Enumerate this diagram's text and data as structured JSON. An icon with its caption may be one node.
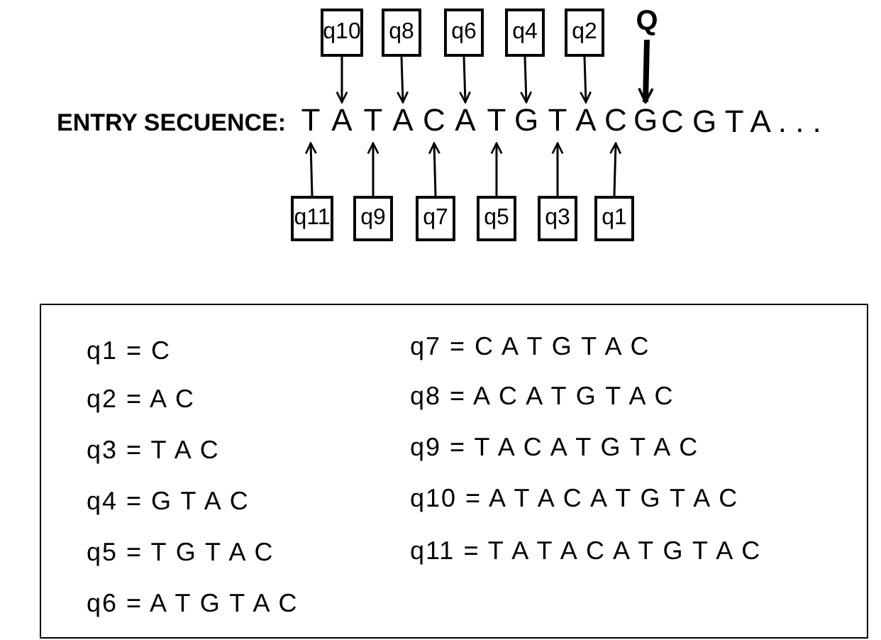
{
  "diagram": {
    "nodes": [
      {
        "text": [
          "q10"
        ]
      },
      {
        "text": [
          "q8"
        ]
      },
      {
        "text": [
          "q6"
        ]
      },
      {
        "text": [
          "q4"
        ]
      },
      {
        "text": [
          "q2"
        ]
      },
      {
        "text": [
          "Q"
        ]
      },
      {
        "text": [
          "T"
        ]
      },
      {
        "text": [
          "A"
        ]
      },
      {
        "text": [
          "T"
        ]
      },
      {
        "text": [
          "A"
        ]
      },
      {
        "text": [
          "C"
        ]
      },
      {
        "text": [
          "A"
        ]
      },
      {
        "text": [
          "T"
        ]
      },
      {
        "text": [
          "G"
        ]
      },
      {
        "text": [
          "T"
        ]
      },
      {
        "text": [
          "A"
        ]
      },
      {
        "text": [
          "C"
        ]
      },
      {
        "text": [
          "G"
        ]
      },
      {
        "text": [
          "q11"
        ]
      },
      {
        "text": [
          "q9"
        ]
      },
      {
        "text": [
          "q7"
        ]
      },
      {
        "text": [
          "q5"
        ]
      },
      {
        "text": [
          "q3"
        ]
      },
      {
        "text": [
          "q1"
        ]
      },
      {
        "text": [
          "q1 = C",
          "q2 = A C",
          "q3 = T A C",
          "q4 = G T A C",
          "q5 = T G T A C",
          "q6 = A T G T A C",
          "q7 = C A T G T A C",
          "q8 = A C A T G T A C",
          "q9 = T A C A T G T A C",
          "q10 = A T A C A T G T A C",
          "q11 = T A T A C A T G T A C"
        ]
      }
    ],
    "edges": [
      {
        "from": 0,
        "to": 7,
        "arrow": "to"
      },
      {
        "from": 1,
        "to": 9,
        "arrow": "to"
      },
      {
        "from": 2,
        "to": 11,
        "arrow": "to"
      },
      {
        "from": 3,
        "to": 13,
        "arrow": "to"
      },
      {
        "from": 4,
        "to": 15,
        "arrow": "to"
      },
      {
        "from": 5,
        "to": 17,
        "arrow": "to",
        "style": "thick"
      },
      {
        "from": 18,
        "to": 6,
        "arrow": "to"
      },
      {
        "from": 19,
        "to": 8,
        "arrow": "to"
      },
      {
        "from": 20,
        "to": 10,
        "arrow": "to"
      },
      {
        "from": 21,
        "to": 12,
        "arrow": "to"
      },
      {
        "from": 22,
        "to": 14,
        "arrow": "to"
      },
      {
        "from": 23,
        "to": 16,
        "arrow": "to"
      }
    ],
    "labels": [
      "ENTRY SECUENCE:",
      "C G T A . . ."
    ]
  }
}
